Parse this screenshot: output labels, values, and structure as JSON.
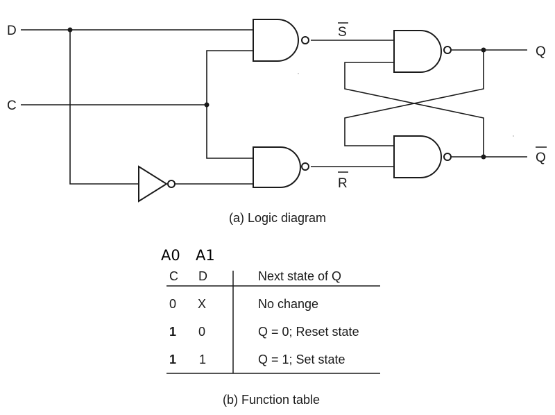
{
  "logic_diagram": {
    "inputs": {
      "d": "D",
      "c": "C"
    },
    "internal": {
      "s_bar": "S",
      "r_bar": "R"
    },
    "outputs": {
      "q": "Q",
      "q_bar": "Q"
    },
    "caption": "(a) Logic diagram"
  },
  "function_table": {
    "annotations": [
      "A0",
      "A1"
    ],
    "headers": {
      "c": "C",
      "d": "D",
      "next": "Next state of Q"
    },
    "rows": [
      {
        "c": "0",
        "d": "X",
        "next": "No change"
      },
      {
        "c": "1",
        "d": "0",
        "next": "Q = 0; Reset state"
      },
      {
        "c": "1",
        "d": "1",
        "next": "Q = 1; Set state"
      }
    ],
    "caption": "(b) Function table"
  }
}
